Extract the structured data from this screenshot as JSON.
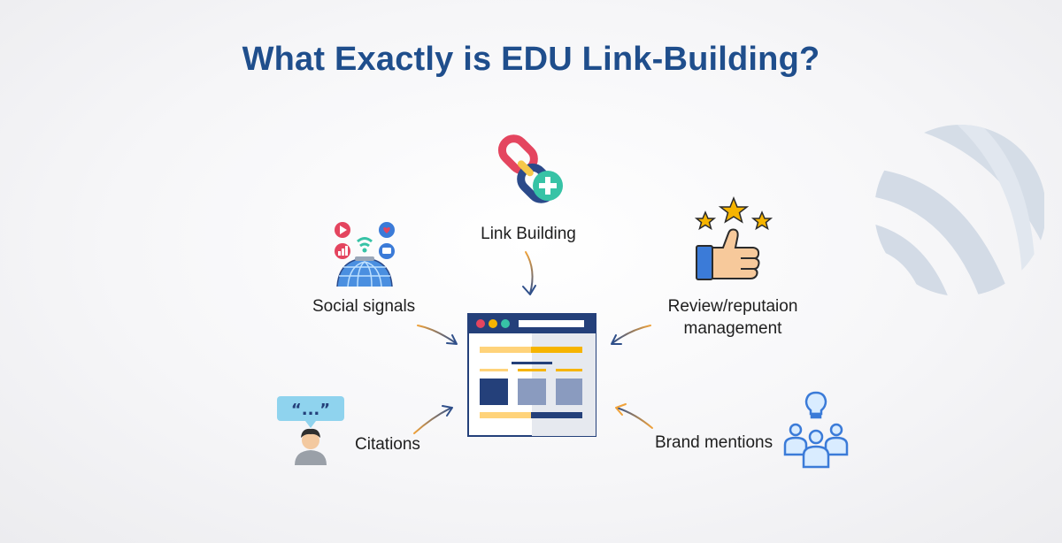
{
  "title": "What Exactly is EDU Link-Building?",
  "nodes": {
    "link_building": "Link Building",
    "social_signals": "Social signals",
    "review_line1": "Review/reputaion",
    "review_line2": "management",
    "citations": "Citations",
    "brand_mentions": "Brand mentions"
  },
  "quote_bubble_text": "“...”",
  "colors": {
    "title": "#1f4e8c",
    "browser_navy": "#24407a",
    "accent_yellow": "#f6b400",
    "arrow_orange": "#f0a23a",
    "arrow_blue": "#2f4f8a",
    "chain_red": "#e4455f",
    "chain_navy": "#2b4a8a",
    "plus_green": "#37c3a6"
  },
  "icons": [
    "globe-watermark-icon",
    "chain-link-icon",
    "social-network-icon",
    "thumbs-up-stars-icon",
    "website-icon",
    "citation-person-icon",
    "team-idea-icon"
  ]
}
